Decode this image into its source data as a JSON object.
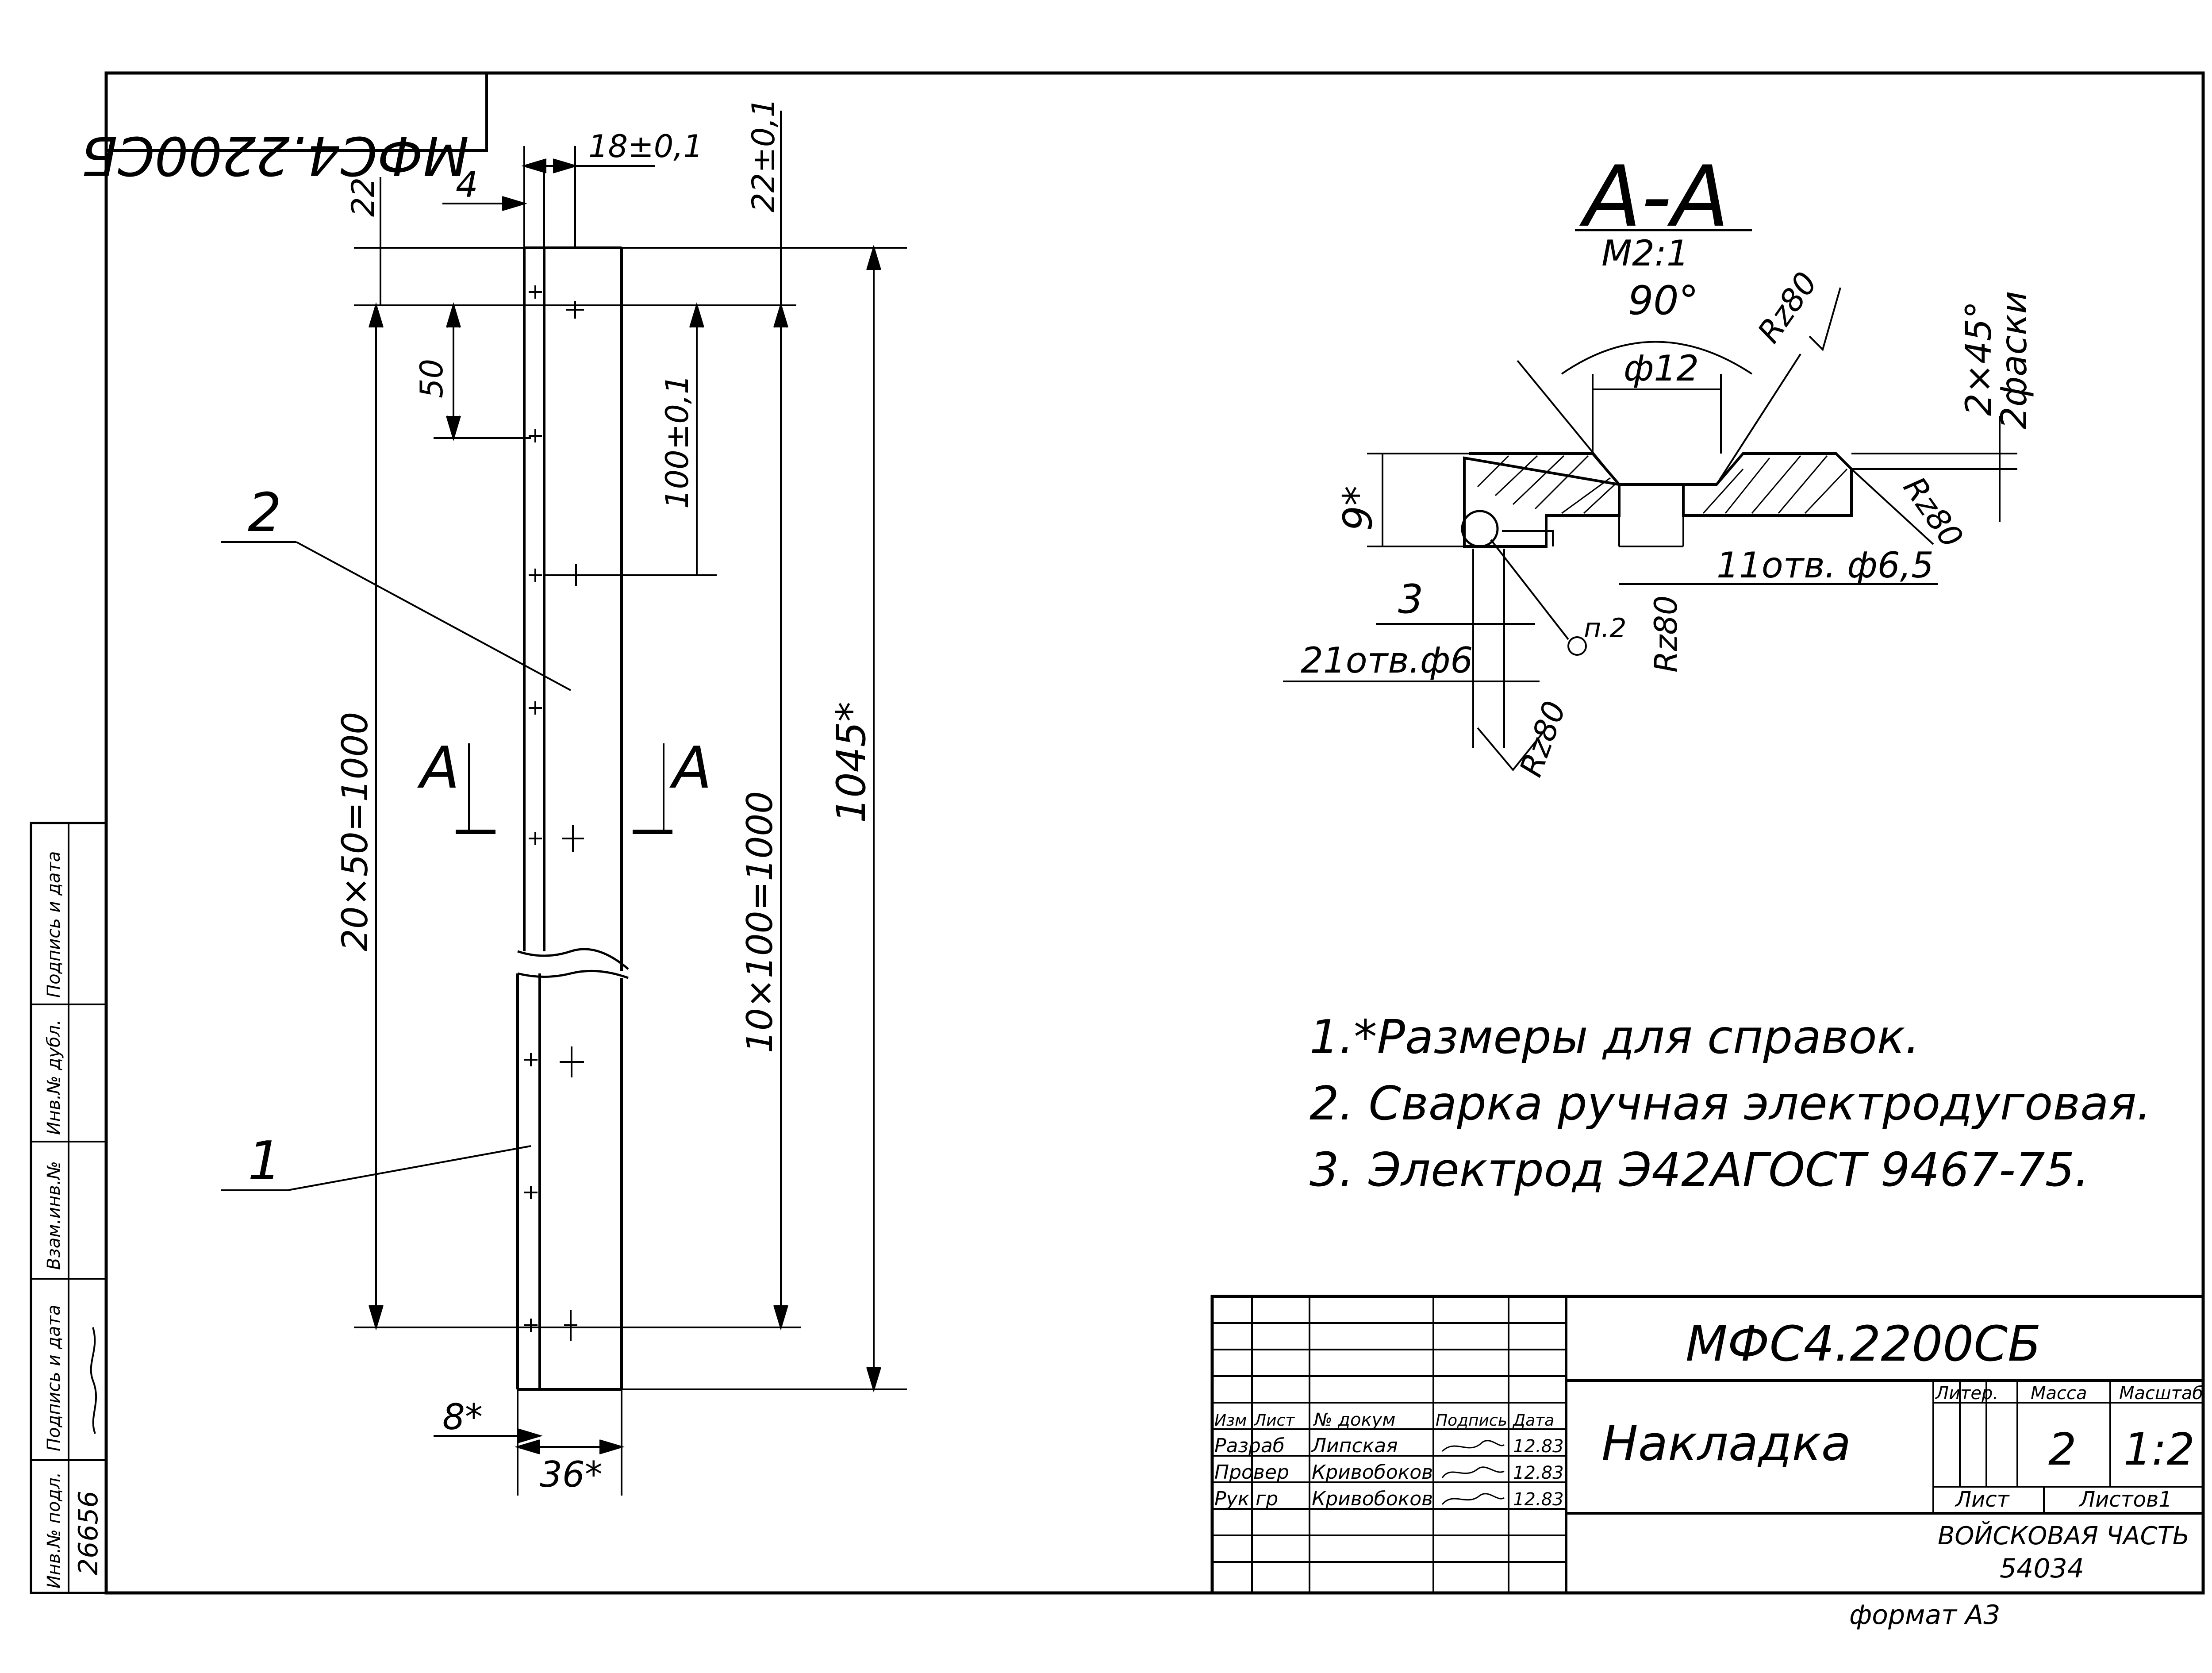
{
  "drawing": {
    "code_rotated": "МФС4.2200СБ",
    "code": "МФС4.2200СБ",
    "part_name": "Накладка",
    "format": "формат А3",
    "section": {
      "title": "А-А",
      "scale": "М2:1"
    }
  },
  "dimensions": {
    "d_4": "4",
    "d_18": "18±0,1",
    "d_22": "22",
    "d_22_top": "22±0,1",
    "d_50": "50",
    "d_100": "100±0,1",
    "d_1045": "1045*",
    "d_20x50": "20×50=1000",
    "d_10x100": "10×100=1000",
    "d_8": "8*",
    "d_36": "36*"
  },
  "callouts": {
    "pos1": "1",
    "pos2": "2"
  },
  "section_marks": {
    "left": "А",
    "right": "А"
  },
  "section_view": {
    "angle": "90°",
    "rz80_a": "Rz80",
    "rz80_b": "Rz80",
    "rz80_c": "Rz80",
    "rz80_d": "Rz80",
    "phi12": "ф12",
    "chamfer_a": "2×45°",
    "chamfer_b": "2фаски",
    "d_9": "9*",
    "holes_11": "11отв. ф6,5",
    "d_3": "3",
    "holes_21": "21отв.ф6",
    "weld": "п.2"
  },
  "notes": [
    "1.*Размеры для справок.",
    "2. Сварка ручная электродуговая.",
    "3. Электрод Э42АГОСТ 9467-75."
  ],
  "title_block": {
    "headers": [
      "Изм",
      "Лист",
      "№ докум",
      "Подпись",
      "Дата"
    ],
    "rows": [
      [
        "Разраб",
        "Липская",
        "",
        "12.83"
      ],
      [
        "Провер",
        "Кривобоков",
        "",
        "12.83"
      ],
      [
        "Рук.гр",
        "Кривобоков",
        "",
        "12.83"
      ]
    ],
    "litera_label": "Литер.",
    "mass_label": "Масса",
    "scale_label": "Масштаб",
    "mass": "2",
    "scale": "1:2",
    "sheet_label": "Лист",
    "sheets_label": "Листов1",
    "org_line1": "ВОЙСКОВАЯ ЧАСТЬ",
    "org_line2": "54034"
  },
  "side_stamp": {
    "labels": [
      "Инв.№ подл.",
      "Подпись и дата",
      "Взам.инв.№",
      "Инв.№ дубл.",
      "Подпись и дата"
    ],
    "inv_number": "26656"
  }
}
